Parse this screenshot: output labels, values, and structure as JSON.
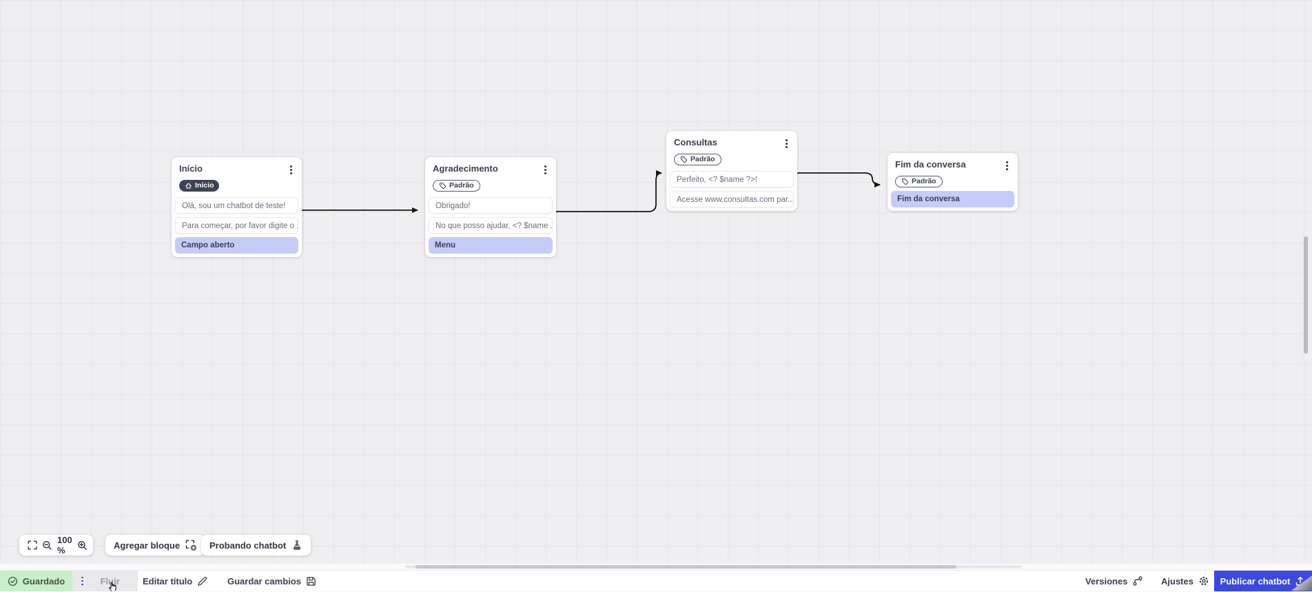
{
  "canvas": {
    "nodes": [
      {
        "title": "Início",
        "badge": {
          "label": "Início",
          "icon": "home-icon",
          "style": "dark"
        },
        "rows": [
          {
            "text": "Olá, sou um chatbot de teste!",
            "style": "message"
          },
          {
            "text": "Para começar, por favor digite o ...",
            "style": "message"
          },
          {
            "text": "Campo aberto",
            "style": "action"
          }
        ]
      },
      {
        "title": "Agradecimento",
        "badge": {
          "label": "Padrão",
          "icon": "tag-icon",
          "style": "outline"
        },
        "rows": [
          {
            "text": "Obrigado!",
            "style": "message"
          },
          {
            "text": "No que posso ajudar, <? $name ...",
            "style": "message"
          },
          {
            "text": "Menu",
            "style": "action"
          }
        ]
      },
      {
        "title": "Consultas",
        "badge": {
          "label": "Padrão",
          "icon": "tag-icon",
          "style": "outline"
        },
        "rows": [
          {
            "text": "Perfeito, <? $name ?>!",
            "style": "message"
          },
          {
            "text": "Acesse www.consultas.com par...",
            "style": "message"
          }
        ]
      },
      {
        "title": "Fim da conversa",
        "badge": {
          "label": "Padrão",
          "icon": "tag-icon",
          "style": "outline"
        },
        "rows": [
          {
            "text": "Fim da conversa",
            "style": "action"
          }
        ]
      }
    ],
    "connections": [
      {
        "from": "Início",
        "to": "Agradecimento"
      },
      {
        "from": "Agradecimento",
        "to": "Consultas"
      },
      {
        "from": "Consultas",
        "to": "Fim da conversa"
      }
    ]
  },
  "toolbar": {
    "zoom_level": "100 %",
    "add_block_label": "Agregar bloque",
    "test_chatbot_label": "Probando chatbot"
  },
  "statusbar": {
    "saved_label": "Guardado",
    "flow_tab_label": "Fluir",
    "edit_title_label": "Editar título",
    "save_changes_label": "Guardar cambios",
    "versions_label": "Versiones",
    "settings_label": "Ajustes",
    "publish_label": "Publicar chatbot"
  },
  "colors": {
    "publish_button": "#3b49e0",
    "action_row": "#c6ccf9",
    "saved_bg": "#c9efc9",
    "edge": "#141414",
    "flow_tab_kebab": "#3f45d8",
    "dark_badge": "#3f4355"
  }
}
